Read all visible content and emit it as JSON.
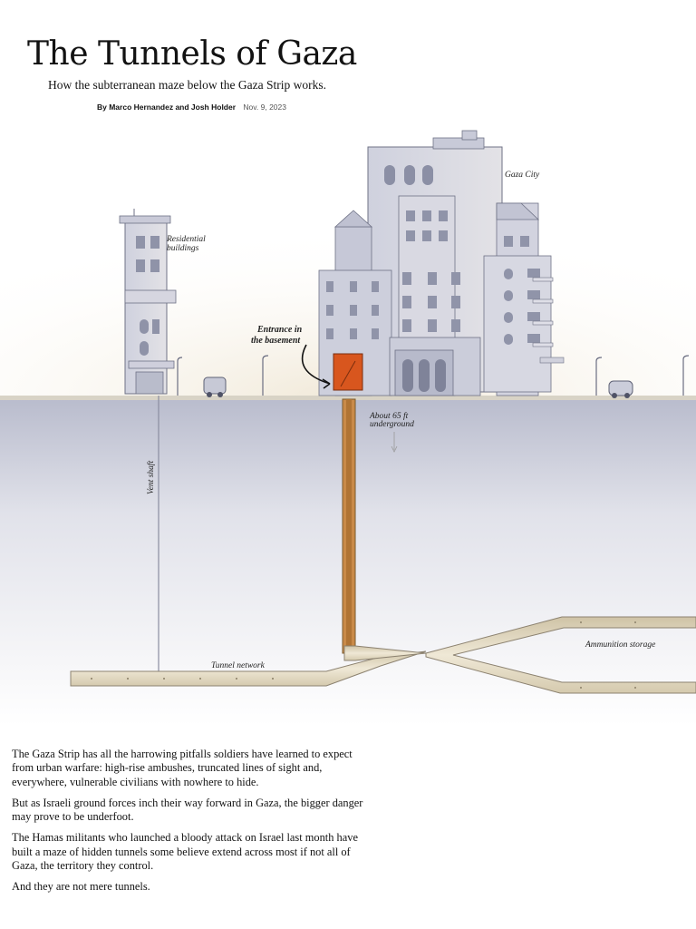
{
  "header": {
    "title": "The Tunnels of Gaza",
    "subtitle": "How the subterranean maze below the Gaza Strip works.",
    "authors": "By Marco Hernandez and Josh Holder",
    "date": "Nov. 9, 2023"
  },
  "illustration": {
    "labels": {
      "gaza_city": "Gaza City",
      "residential_1": "Residential",
      "residential_2": "buildings",
      "entrance_1": "Entrance in",
      "entrance_2": "the basement",
      "depth_1": "About 65 ft",
      "depth_2": "underground",
      "vent_shaft": "Vent shaft",
      "tunnel_network": "Tunnel network",
      "ammunition_storage": "Ammunition storage"
    },
    "colors": {
      "entrance": "#d8561e",
      "sky_tint": "#eee6d6",
      "underground": "#c6c8d6",
      "tunnel": "#e7dec6"
    }
  },
  "article": {
    "paragraphs": [
      "The Gaza Strip has all the harrowing pitfalls soldiers have learned to expect from urban warfare: high-rise ambushes, truncated lines of sight and, everywhere, vulnerable civilians with nowhere to hide.",
      "But as Israeli ground forces inch their way forward in Gaza, the bigger danger may prove to be underfoot.",
      "The Hamas militants who launched a bloody attack on Israel last month have built a maze of hidden tunnels some believe extend across most if not all of Gaza, the territory they control.",
      "And they are not mere tunnels."
    ]
  }
}
